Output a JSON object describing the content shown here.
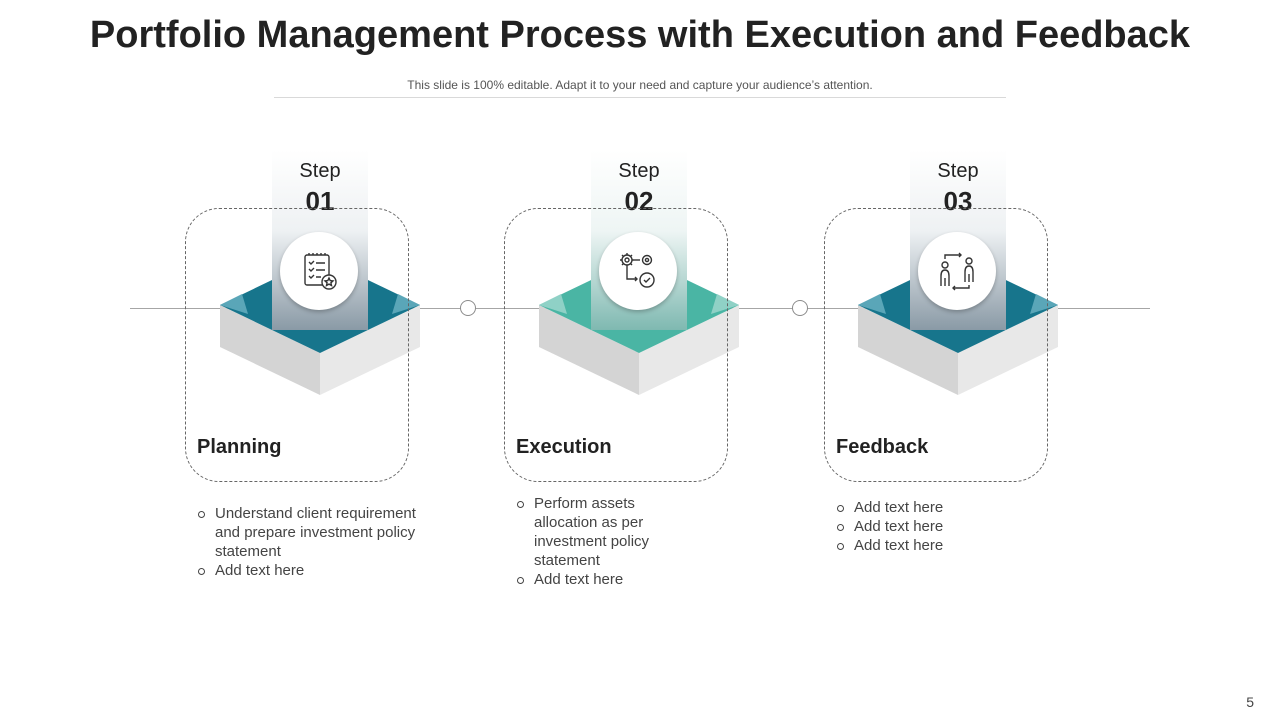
{
  "slide": {
    "title": "Portfolio Management Process with Execution and Feedback",
    "subtitle": "This slide is 100% editable. Adapt it to your need and capture your audience’s attention.",
    "page_number": "5"
  },
  "steps": [
    {
      "label": "Step",
      "number": "01",
      "icon": "checklist-star-icon",
      "color": "#17758c",
      "title": "Planning",
      "bullets": [
        "Understand client requirement and prepare investment policy statement",
        "Add text here"
      ]
    },
    {
      "label": "Step",
      "number": "02",
      "icon": "gears-process-icon",
      "color": "#4ab5a4",
      "title": "Execution",
      "bullets": [
        "Perform assets allocation as per investment policy statement",
        "Add text here"
      ]
    },
    {
      "label": "Step",
      "number": "03",
      "icon": "people-exchange-icon",
      "color": "#17758c",
      "title": "Feedback",
      "bullets": [
        "Add text here",
        "Add text here",
        "Add text here"
      ]
    }
  ]
}
